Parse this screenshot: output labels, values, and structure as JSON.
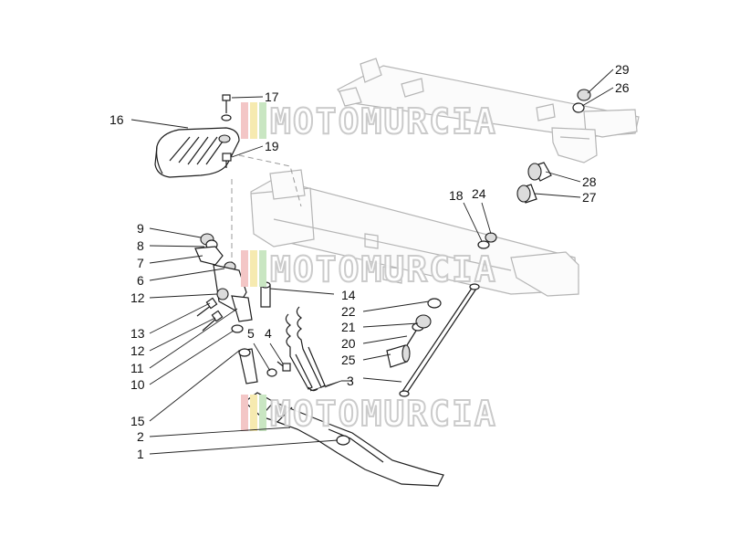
{
  "diagram": {
    "watermark_text": "MOTOMURCIA",
    "watermark_stripe_colors": [
      "#f3c6c6",
      "#f6eab0",
      "#c9e6c2"
    ],
    "callouts": [
      {
        "id": "c1",
        "text": "1"
      },
      {
        "id": "c2",
        "text": "2"
      },
      {
        "id": "c3",
        "text": "3"
      },
      {
        "id": "c4",
        "text": "4"
      },
      {
        "id": "c5",
        "text": "5"
      },
      {
        "id": "c6",
        "text": "6"
      },
      {
        "id": "c7",
        "text": "7"
      },
      {
        "id": "c8",
        "text": "8"
      },
      {
        "id": "c9",
        "text": "9"
      },
      {
        "id": "c10",
        "text": "10"
      },
      {
        "id": "c11",
        "text": "11"
      },
      {
        "id": "c12a",
        "text": "12"
      },
      {
        "id": "c12b",
        "text": "12"
      },
      {
        "id": "c13",
        "text": "13"
      },
      {
        "id": "c14",
        "text": "14"
      },
      {
        "id": "c15",
        "text": "15"
      },
      {
        "id": "c16",
        "text": "16"
      },
      {
        "id": "c17",
        "text": "17"
      },
      {
        "id": "c18",
        "text": "18"
      },
      {
        "id": "c19",
        "text": "19"
      },
      {
        "id": "c20",
        "text": "20"
      },
      {
        "id": "c21",
        "text": "21"
      },
      {
        "id": "c22",
        "text": "22"
      },
      {
        "id": "c24",
        "text": "24"
      },
      {
        "id": "c25",
        "text": "25"
      },
      {
        "id": "c26",
        "text": "26"
      },
      {
        "id": "c27",
        "text": "27"
      },
      {
        "id": "c28",
        "text": "28"
      },
      {
        "id": "c29",
        "text": "29"
      }
    ]
  }
}
